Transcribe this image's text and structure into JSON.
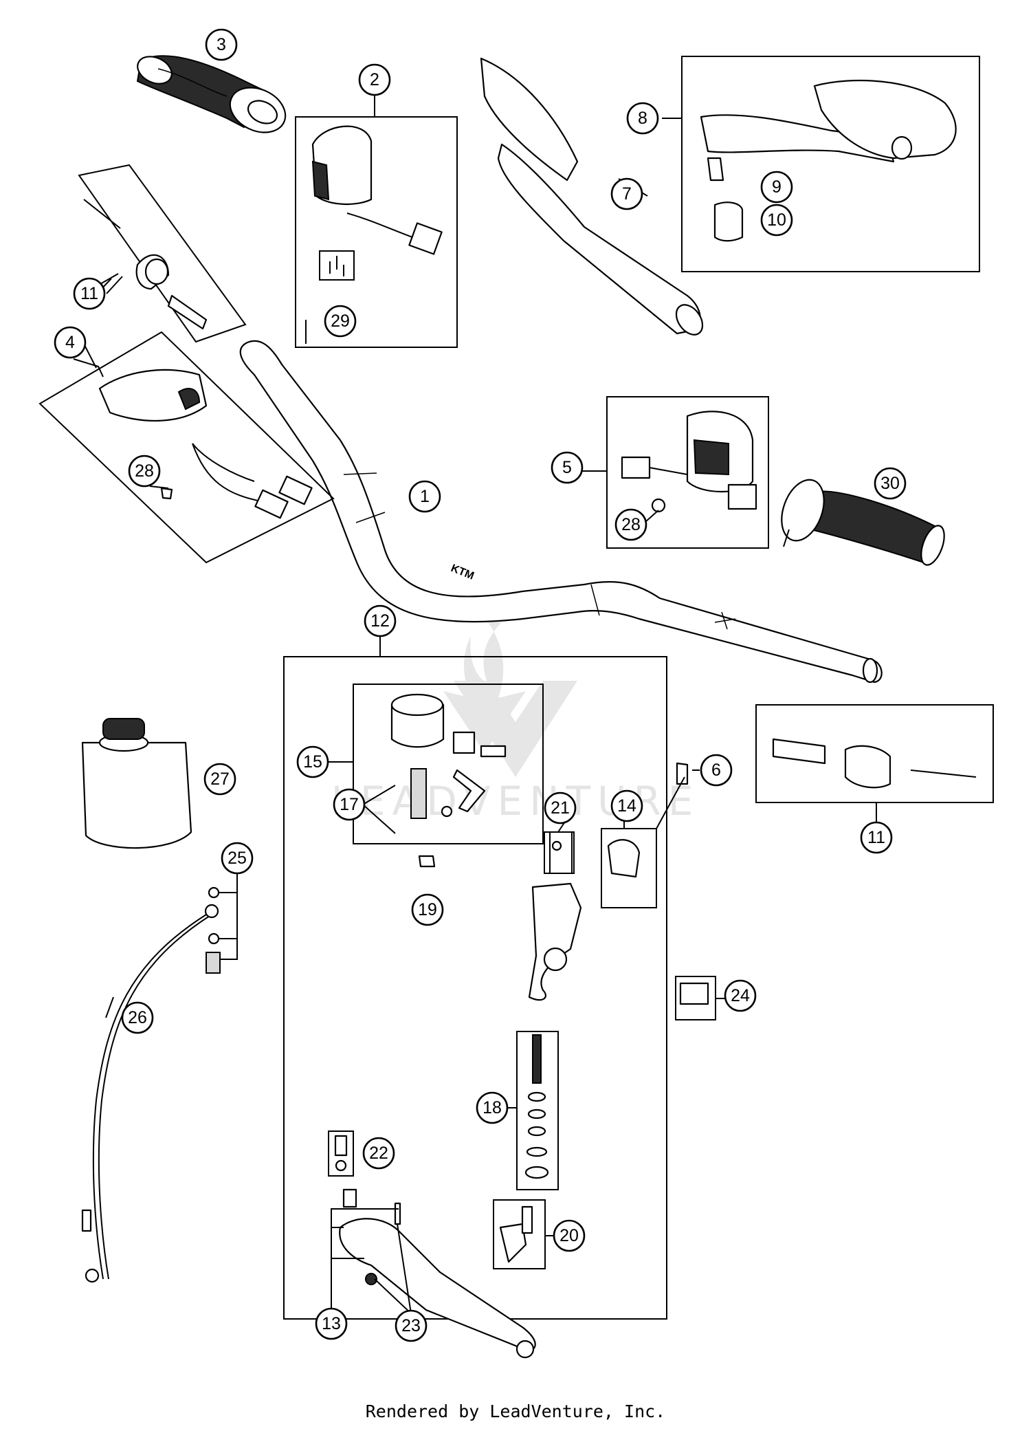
{
  "watermark": {
    "text": "LEADVENTURE"
  },
  "callouts": [
    {
      "id": "callout-1",
      "label": "1"
    },
    {
      "id": "callout-2",
      "label": "2"
    },
    {
      "id": "callout-3",
      "label": "3"
    },
    {
      "id": "callout-4",
      "label": "4"
    },
    {
      "id": "callout-5",
      "label": "5"
    },
    {
      "id": "callout-6",
      "label": "6"
    },
    {
      "id": "callout-7",
      "label": "7"
    },
    {
      "id": "callout-8",
      "label": "8"
    },
    {
      "id": "callout-9",
      "label": "9"
    },
    {
      "id": "callout-10",
      "label": "10"
    },
    {
      "id": "callout-11a",
      "label": "11"
    },
    {
      "id": "callout-11b",
      "label": "11"
    },
    {
      "id": "callout-12",
      "label": "12"
    },
    {
      "id": "callout-13",
      "label": "13"
    },
    {
      "id": "callout-14",
      "label": "14"
    },
    {
      "id": "callout-15",
      "label": "15"
    },
    {
      "id": "callout-17",
      "label": "17"
    },
    {
      "id": "callout-18",
      "label": "18"
    },
    {
      "id": "callout-19",
      "label": "19"
    },
    {
      "id": "callout-20",
      "label": "20"
    },
    {
      "id": "callout-21",
      "label": "21"
    },
    {
      "id": "callout-22",
      "label": "22"
    },
    {
      "id": "callout-23",
      "label": "23"
    },
    {
      "id": "callout-24",
      "label": "24"
    },
    {
      "id": "callout-25",
      "label": "25"
    },
    {
      "id": "callout-26",
      "label": "26"
    },
    {
      "id": "callout-27",
      "label": "27"
    },
    {
      "id": "callout-28a",
      "label": "28"
    },
    {
      "id": "callout-28b",
      "label": "28"
    },
    {
      "id": "callout-29",
      "label": "29"
    },
    {
      "id": "callout-30",
      "label": "30"
    }
  ],
  "footer": {
    "credit": "Rendered by LeadVenture, Inc."
  }
}
